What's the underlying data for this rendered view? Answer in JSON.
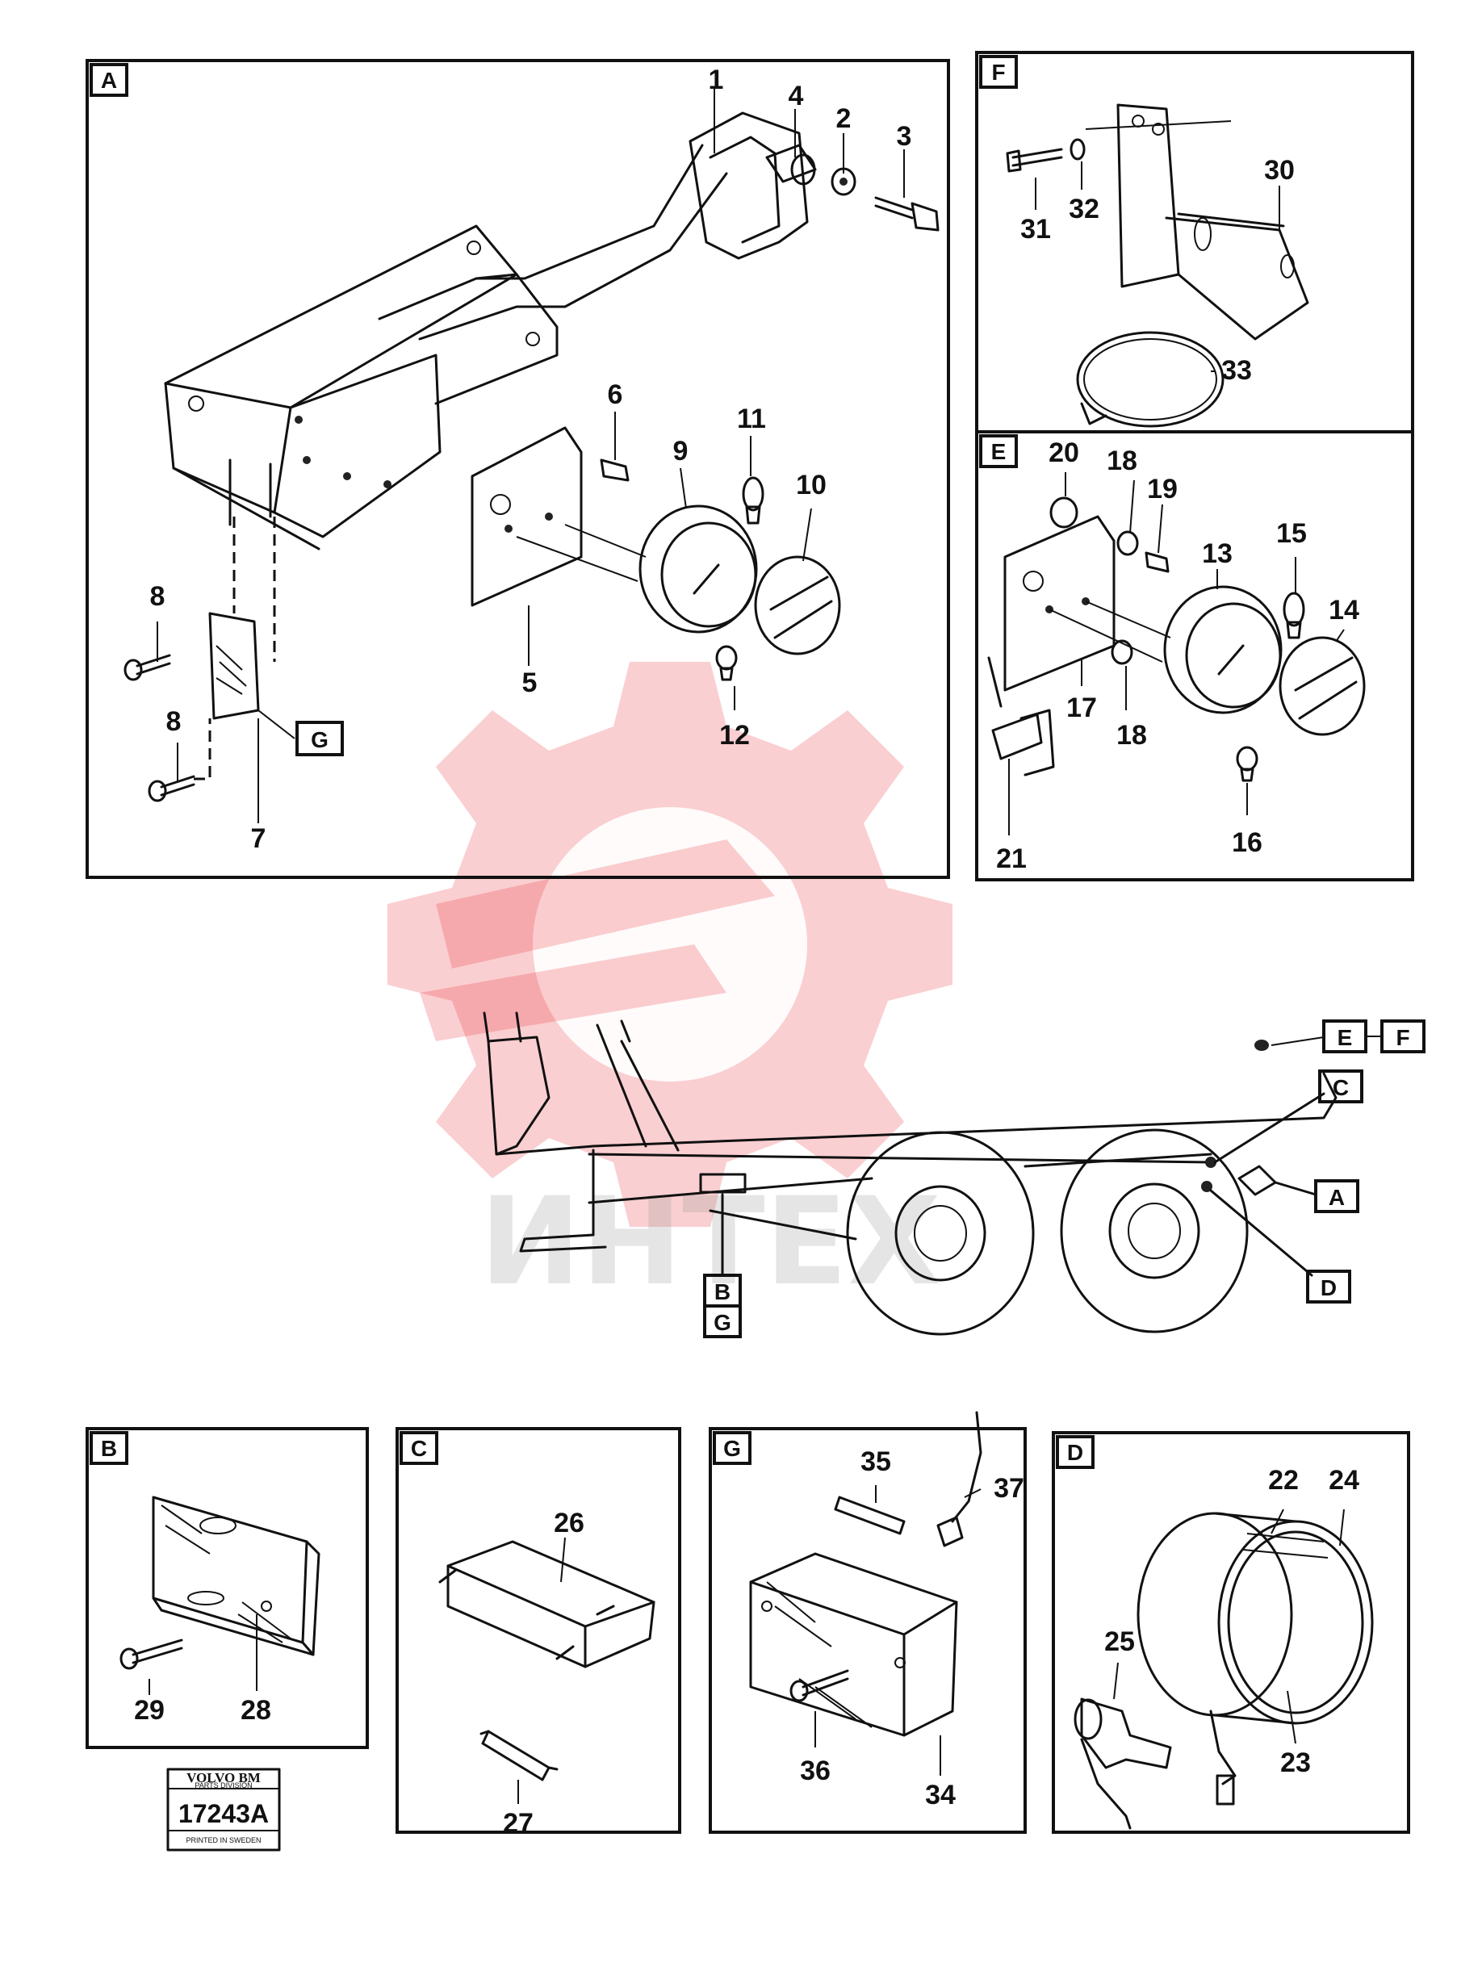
{
  "panels": {
    "A": "A",
    "B": "B",
    "C": "C",
    "D": "D",
    "E": "E",
    "F": "F",
    "G": "G"
  },
  "parts": {
    "p1": "1",
    "p2": "2",
    "p3": "3",
    "p4": "4",
    "p5": "5",
    "p6": "6",
    "p7": "7",
    "p8a": "8",
    "p8b": "8",
    "p9": "9",
    "p10": "10",
    "p11": "11",
    "p12": "12",
    "p13": "13",
    "p14": "14",
    "p15": "15",
    "p16": "16",
    "p17": "17",
    "p18a": "18",
    "p18b": "18",
    "p19": "19",
    "p20": "20",
    "p21": "21",
    "p22": "22",
    "p23": "23",
    "p24": "24",
    "p25": "25",
    "p26": "26",
    "p27": "27",
    "p28": "28",
    "p29": "29",
    "p30": "30",
    "p31": "31",
    "p32": "32",
    "p33": "33",
    "p34": "34",
    "p35": "35",
    "p36": "36",
    "p37": "37"
  },
  "callouts": {
    "G_on_A": "G",
    "E": "E",
    "F": "F",
    "C": "C",
    "A": "A",
    "D": "D",
    "B": "B",
    "G": "G"
  },
  "stamp": {
    "brand": "VOLVO BM",
    "division": "PARTS DIVISION",
    "number": "17243A",
    "printed": "PRINTED IN SWEDEN"
  },
  "watermark": {
    "text": "ИНТЕХ"
  },
  "colors": {
    "watermark": "#e8252c",
    "ink": "#111111"
  }
}
